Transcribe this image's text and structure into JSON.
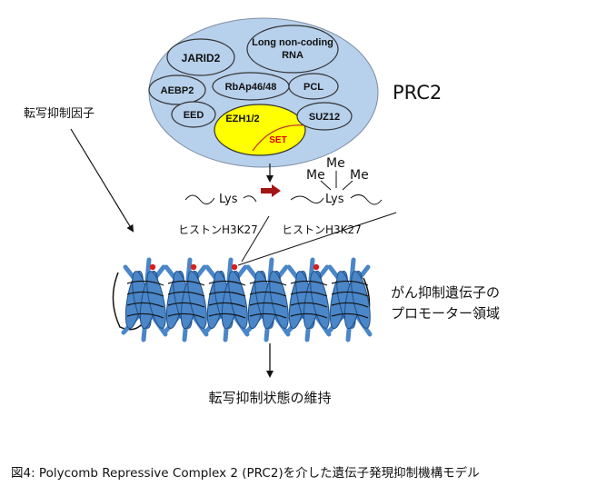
{
  "complex": {
    "name": "PRC2",
    "subunits": {
      "jarid2": "JARID2",
      "lncrna": "Long non-coding RNA",
      "aebp2": "AEBP2",
      "rbap": "RbAp46/48",
      "pcl": "PCL",
      "eed": "EED",
      "ezh": "EZH1/2",
      "set": "SET",
      "suz12": "SUZ12"
    }
  },
  "factor_label": "転写抑制因子",
  "histone": {
    "lys": "Lys",
    "label_before": "ヒストンH3K27",
    "label_after": "ヒストンH3K27",
    "methyl": [
      "Me",
      "Me",
      "Me"
    ]
  },
  "promoter_label": [
    "がん抑制遺伝子の",
    "プロモーター領域"
  ],
  "result_label": "転写抑制状態の維持",
  "caption": "図4: Polycomb Repressive Complex 2 (PRC2)を介した遺伝子発現抑制機構モデル",
  "colors": {
    "complex_fill": "#b7d0ec",
    "ezh_fill": "#ffff00",
    "set_text": "#e00000",
    "nucleosome": "#4a86c8",
    "methyl_dot": "#d81e1e",
    "arrow_red": "#a31515"
  }
}
